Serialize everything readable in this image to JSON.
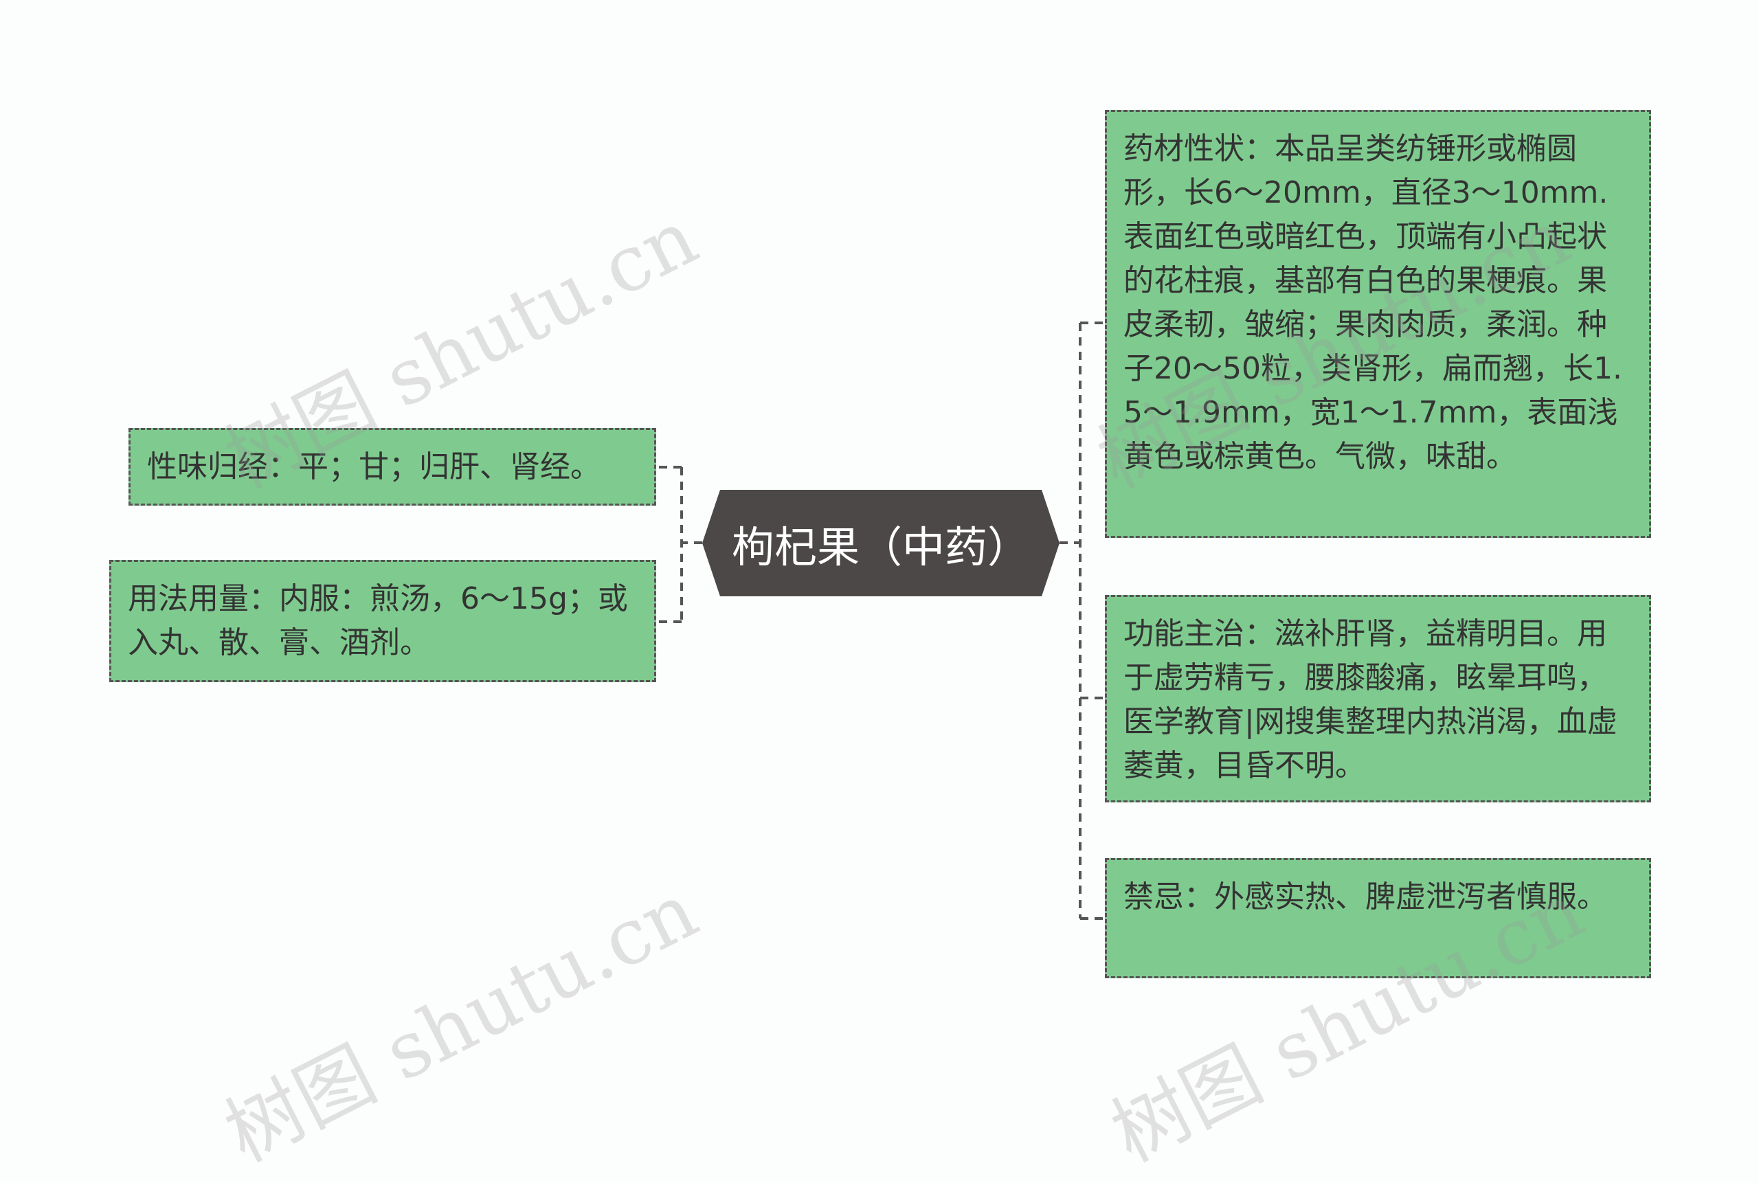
{
  "center": {
    "label": "枸杞果（中药）"
  },
  "left_nodes": [
    {
      "id": "taste",
      "text": "性味归经：平；甘；归肝、肾经。"
    },
    {
      "id": "usage",
      "text": "用法用量：内服：煎汤，6～15g；或入丸、散、膏、酒剂。"
    }
  ],
  "right_nodes": [
    {
      "id": "properties",
      "text": "药材性状：本品呈类纺锤形或椭圆形，长6～20mm，直径3～10mm.表面红色或暗红色，顶端有小凸起状的花柱痕，基部有白色的果梗痕。果皮柔韧，皱缩；果肉肉质，柔润。种子20～50粒，类肾形，扁而翘，长1.5～1.9mm，宽1～1.7mm，表面浅黄色或棕黄色。气微，味甜。"
    },
    {
      "id": "functions",
      "text": "功能主治：滋补肝肾，益精明目。用于虚劳精亏，腰膝酸痛，眩晕耳鸣，医学教育|网搜集整理内热消渴，血虚萎黄，目昏不明。"
    },
    {
      "id": "contraindications",
      "text": "禁忌：外感实热、脾虚泄泻者慎服。"
    }
  ],
  "watermark": {
    "text": "树图 shutu.cn"
  },
  "colors": {
    "node_fill": "#7fcb8f",
    "node_border": "#555555",
    "center_fill": "#4c4848",
    "connector": "#555555",
    "background": "#fcfdfd"
  }
}
